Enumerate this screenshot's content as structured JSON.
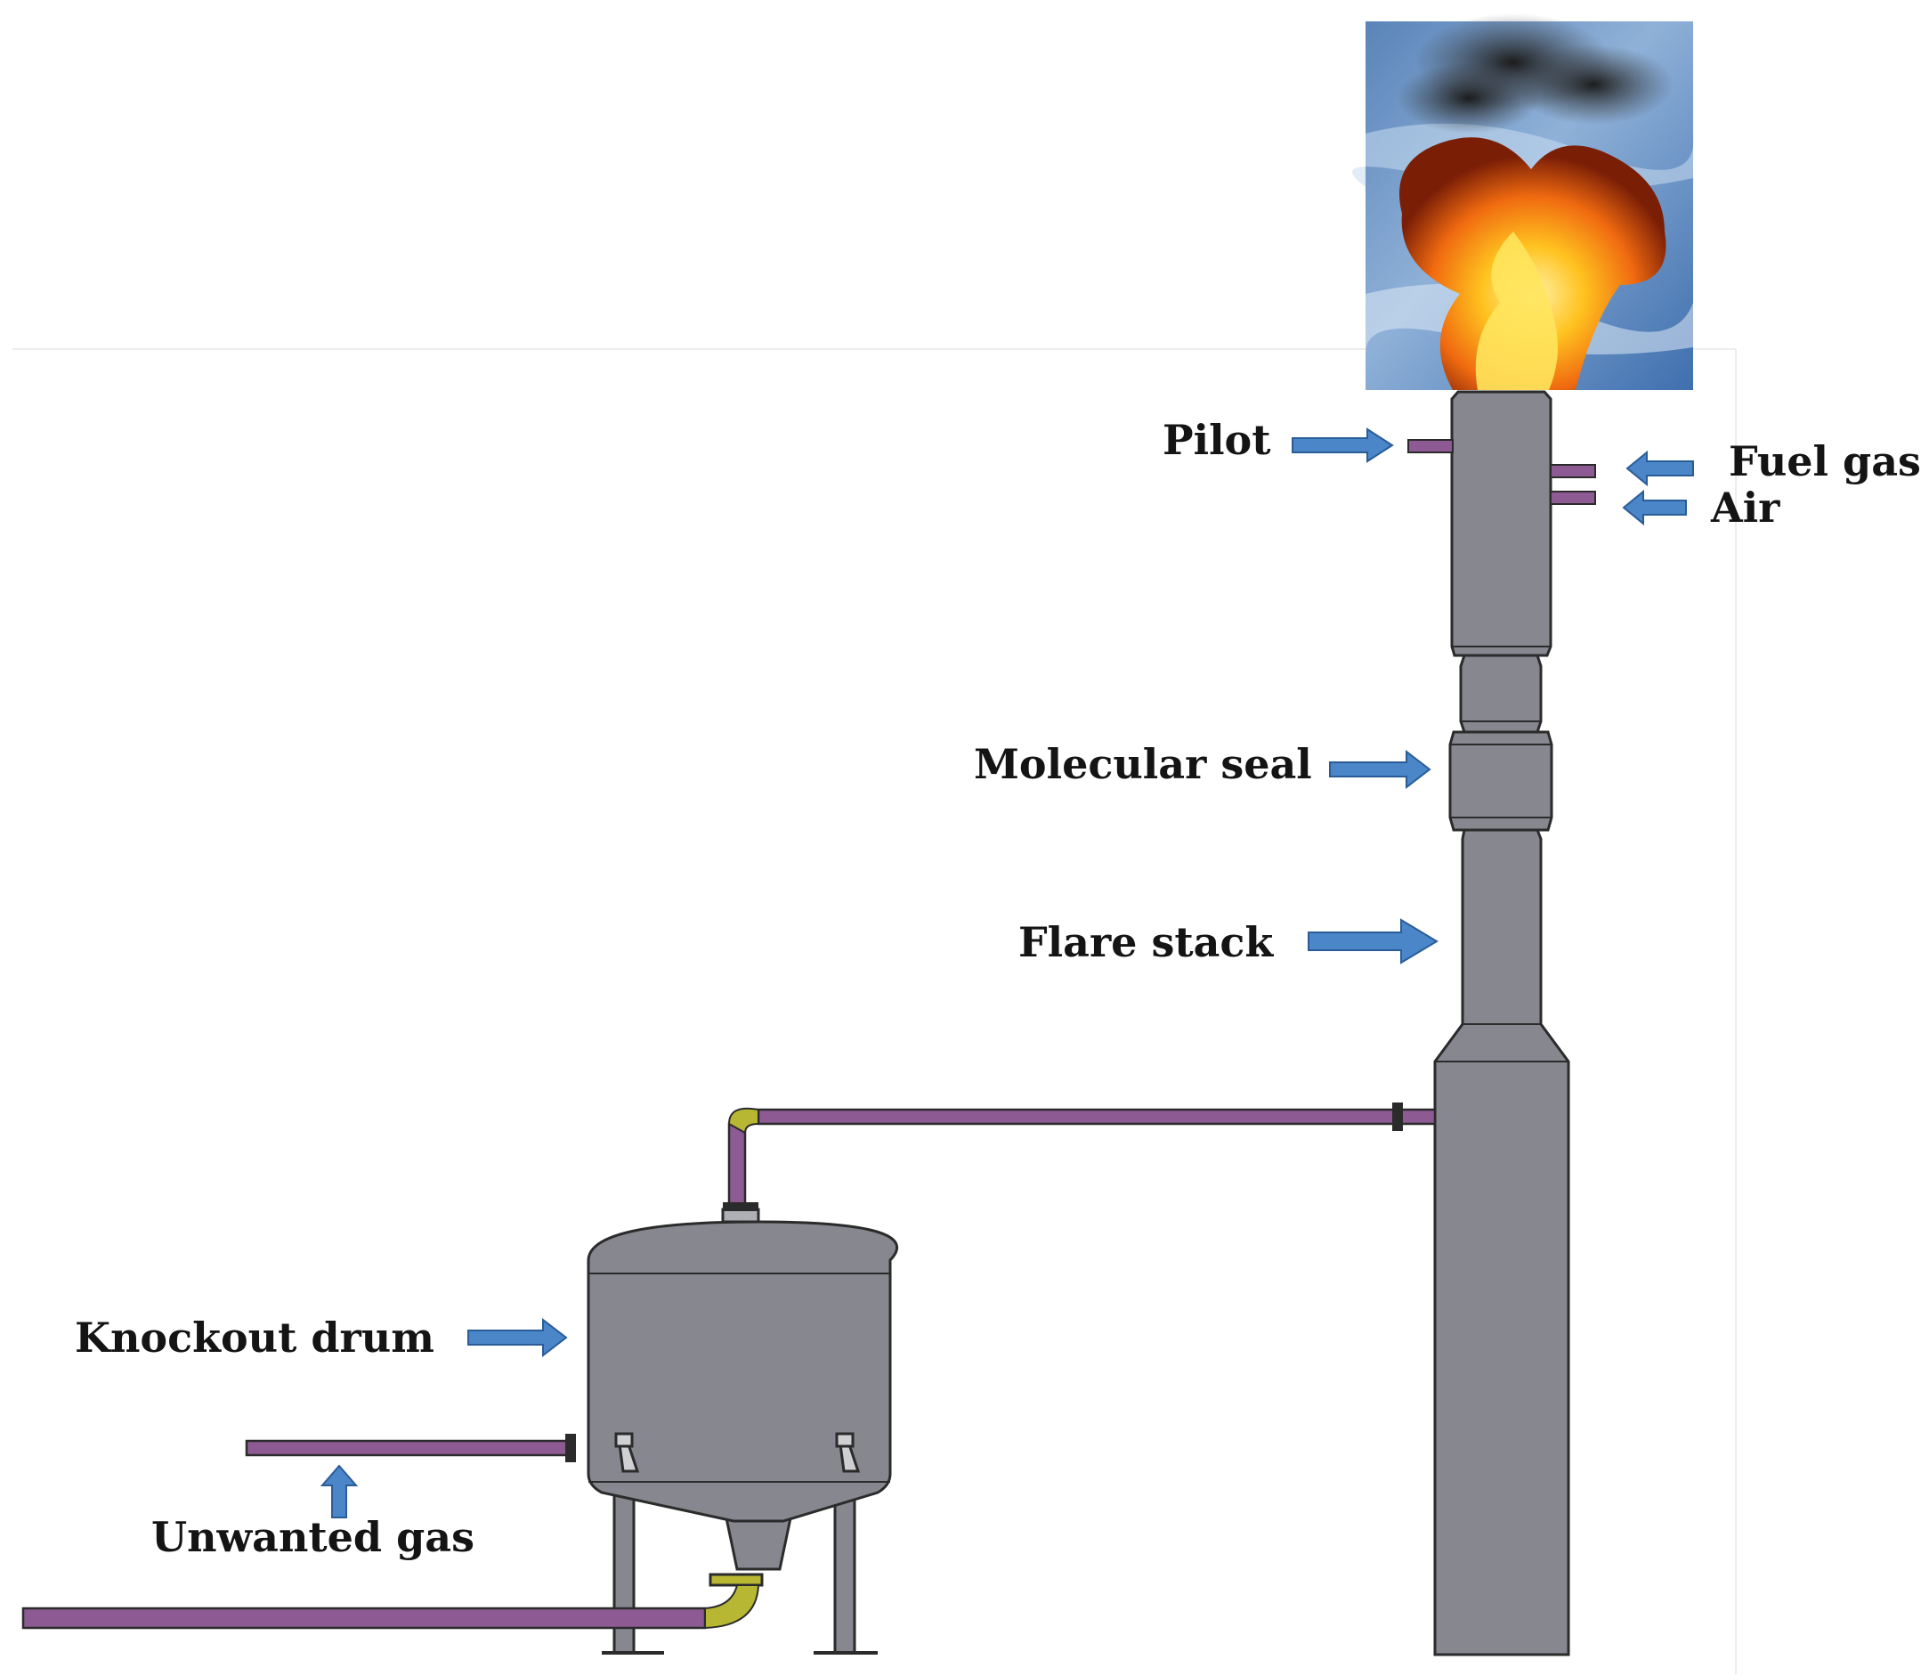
{
  "labels": {
    "pilot": "Pilot",
    "fuel_gas": "Fuel gas",
    "air": "Air",
    "molecular_seal": "Molecular seal",
    "flare_stack": "Flare stack",
    "knockout_drum": "Knockout drum",
    "unwanted_gas": "Unwanted gas"
  },
  "colors": {
    "arrow": "#4a86c8",
    "pipe": "#8e5a94",
    "vessel": "#86878f",
    "outline": "#2b2b2b",
    "elbow": "#b7b733"
  }
}
